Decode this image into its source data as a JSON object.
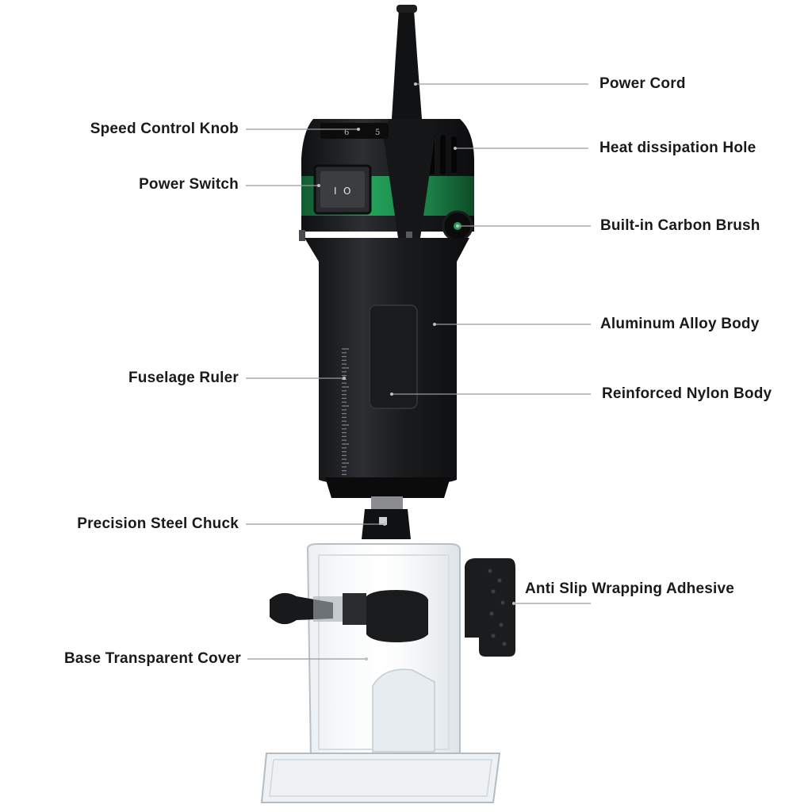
{
  "diagram": {
    "callouts": [
      {
        "id": "power-cord",
        "text": "Power Cord"
      },
      {
        "id": "heat-dissipation-hole",
        "text": "Heat dissipation Hole"
      },
      {
        "id": "built-in-carbon-brush",
        "text": "Built-in Carbon Brush"
      },
      {
        "id": "aluminum-alloy-body",
        "text": "Aluminum Alloy Body"
      },
      {
        "id": "reinforced-nylon-body",
        "text": "Reinforced Nylon Body"
      },
      {
        "id": "anti-slip-wrapping-adhesive",
        "text": "Anti Slip Wrapping Adhesive"
      },
      {
        "id": "speed-control-knob",
        "text": "Speed Control Knob"
      },
      {
        "id": "power-switch",
        "text": "Power Switch"
      },
      {
        "id": "fuselage-ruler",
        "text": "Fuselage Ruler"
      },
      {
        "id": "precision-steel-chuck",
        "text": "Precision Steel Chuck"
      },
      {
        "id": "base-transparent-cover",
        "text": "Base Transparent Cover"
      }
    ],
    "knob_marks": [
      "6",
      "5"
    ],
    "switch_symbols": [
      "I",
      "O"
    ],
    "colors": {
      "body": "#1c1d1f",
      "body_highlight": "#3a3c40",
      "accent_green": "#1f8a4c",
      "leader_line": "#9a9a9a",
      "label_text": "#1a1a1a",
      "transparent_base": "#cfd6da"
    }
  }
}
